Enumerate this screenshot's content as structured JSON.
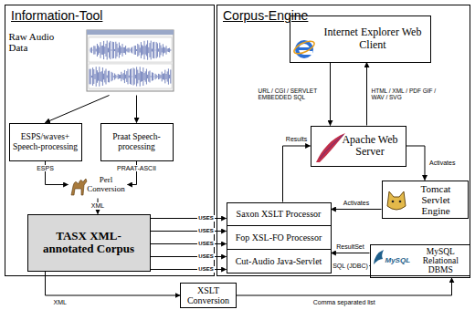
{
  "diagram": {
    "nodes": [
      {
        "text": [
          "Information-Tool"
        ]
      },
      {
        "text": [
          "Raw Audio Data"
        ],
        "in": 0
      },
      {
        "text": [
          "ESPS/waves+ Speech-processing"
        ],
        "in": 0
      },
      {
        "text": [
          "Praat Speech-processing"
        ],
        "in": 0
      },
      {
        "text": [
          "Perl Conversion"
        ],
        "in": 0
      },
      {
        "text": [
          "TASX XML-annotated Corpus"
        ],
        "in": 0
      },
      {
        "text": [
          "Corpus-Engine"
        ]
      },
      {
        "text": [
          "Internet Explorer Web Client"
        ],
        "in": 6
      },
      {
        "text": [
          "Apache Web Server"
        ],
        "in": 6
      },
      {
        "text": [
          "Saxon XSLT Processor",
          "Fop XSL-FO Processor",
          "Cut-Audio Java-Servlet"
        ],
        "in": 6
      },
      {
        "text": [
          "Tomcat Servlet Engine"
        ],
        "in": 6
      },
      {
        "text": [
          "MySQL",
          "MySQL Relational DBMS"
        ],
        "in": 6
      },
      {
        "text": [
          "XSLT Conversion"
        ]
      }
    ],
    "edges": [
      {
        "from": 1,
        "to": 2,
        "arrow": "to"
      },
      {
        "from": 1,
        "to": 3,
        "arrow": "to"
      },
      {
        "from": 2,
        "to": 4,
        "label": "ESPS",
        "arrow": "to"
      },
      {
        "from": 3,
        "to": 4,
        "label": "PRAAT-ASCII",
        "arrow": "to"
      },
      {
        "from": 4,
        "to": 5,
        "label": "XML",
        "arrow": "to"
      },
      {
        "from": 5,
        "to": 9,
        "label": "USES",
        "arrow": "to"
      },
      {
        "from": 5,
        "to": 9,
        "label": "USES",
        "arrow": "to"
      },
      {
        "from": 5,
        "to": 9,
        "label": "USES",
        "arrow": "to"
      },
      {
        "from": 5,
        "to": 9,
        "label": "USES",
        "arrow": "to"
      },
      {
        "from": 5,
        "to": 9,
        "label": "USES",
        "arrow": "to"
      },
      {
        "from": 7,
        "to": 8,
        "label": "URL / CGI / SERVLET EMBEDDED SQL",
        "arrow": "to"
      },
      {
        "from": 8,
        "to": 7,
        "label": "HTML / XML / PDF GIF / WAV / SVG",
        "arrow": "to"
      },
      {
        "from": 9,
        "to": 8,
        "label": "Results",
        "arrow": "to"
      },
      {
        "from": 8,
        "to": 10,
        "label": "Activates",
        "arrow": "to"
      },
      {
        "from": 10,
        "to": 9,
        "label": "Activates",
        "arrow": "to"
      },
      {
        "from": 11,
        "to": 9,
        "label": "ResultSet",
        "arrow": "to"
      },
      {
        "from": 9,
        "to": 11,
        "label": "SQL (JDBC)",
        "arrow": "to"
      },
      {
        "from": 5,
        "to": 12,
        "label": "XML",
        "arrow": "to"
      },
      {
        "from": 12,
        "to": 11,
        "label": "Comma separated list",
        "arrow": "to"
      }
    ]
  }
}
